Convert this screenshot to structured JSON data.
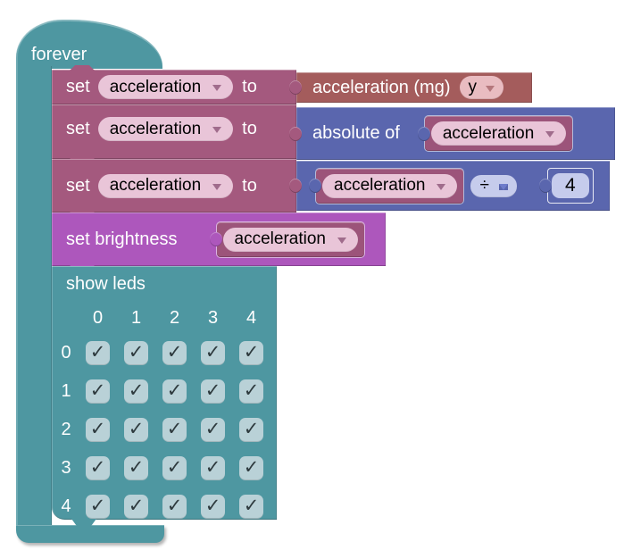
{
  "colors": {
    "teal": "#4E97A1",
    "rose": "#A4597E",
    "rose_dark": "#9C547A",
    "pink_field": "#E9C5D8",
    "brown": "#A45C5C",
    "rose_field": "#E9BCC1",
    "blue": "#5A66AE",
    "periwinkle_field": "#C6CCEC",
    "magenta": "#AD57BC",
    "led_checkbox_bg": "#B9D1D7",
    "block_text": "#FFFFFF",
    "field_text": "#000000"
  },
  "forever": {
    "label": "forever"
  },
  "rows": [
    {
      "set": "set",
      "variable": "acceleration",
      "to": "to"
    },
    {
      "set": "set",
      "variable": "acceleration",
      "to": "to"
    },
    {
      "set": "set",
      "variable": "acceleration",
      "to": "to"
    }
  ],
  "values": {
    "acceleration_mg": {
      "label": "acceleration (mg)",
      "axis": "y"
    },
    "absolute": {
      "label": "absolute of",
      "variable": "acceleration"
    },
    "division": {
      "variable": "acceleration",
      "operator": "÷",
      "number": "4"
    }
  },
  "brightness": {
    "label": "set brightness",
    "variable": "acceleration"
  },
  "show_leds": {
    "label": "show leds",
    "check": "✓",
    "column_headers": [
      "0",
      "1",
      "2",
      "3",
      "4"
    ],
    "row_headers": [
      "0",
      "1",
      "2",
      "3",
      "4"
    ],
    "grid": [
      [
        1,
        1,
        1,
        1,
        1
      ],
      [
        1,
        1,
        1,
        1,
        1
      ],
      [
        1,
        1,
        1,
        1,
        1
      ],
      [
        1,
        1,
        1,
        1,
        1
      ],
      [
        1,
        1,
        1,
        1,
        1
      ]
    ]
  }
}
